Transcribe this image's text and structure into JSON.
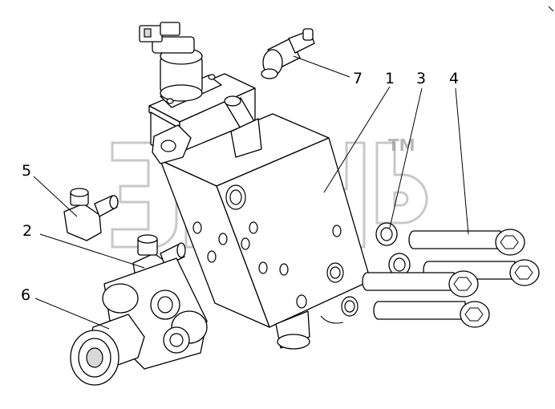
{
  "diagram": {
    "callouts": [
      "1",
      "2",
      "3",
      "4",
      "5",
      "6",
      "7"
    ],
    "watermark": {
      "mark": "TM",
      "colors": {
        "stroke": "#9a9a9a"
      }
    },
    "colors": {
      "line": "#000000",
      "background": "#ffffff"
    }
  }
}
